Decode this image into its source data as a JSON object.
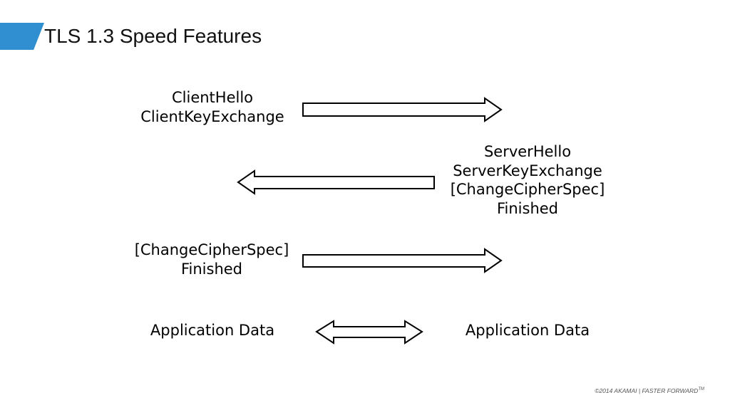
{
  "title": "TLS 1.3 Speed Features",
  "accent_color": "#2f8fd0",
  "messages": {
    "client_first": [
      "ClientHello",
      "ClientKeyExchange"
    ],
    "server": [
      "ServerHello",
      "ServerKeyExchange",
      "[ChangeCipherSpec]",
      "Finished"
    ],
    "client_second": [
      "[ChangeCipherSpec]",
      "Finished"
    ],
    "app_data_left": "Application Data",
    "app_data_right": "Application Data"
  },
  "arrows": [
    {
      "from": "client",
      "to": "server",
      "icon": "right-arrow-icon"
    },
    {
      "from": "server",
      "to": "client",
      "icon": "left-arrow-icon"
    },
    {
      "from": "client",
      "to": "server",
      "icon": "right-arrow-icon"
    },
    {
      "from": "both",
      "to": "both",
      "icon": "double-arrow-icon"
    }
  ],
  "footer": {
    "text": "©2014 AKAMAI  |  FASTER FORWARD",
    "superscript": "TM"
  }
}
